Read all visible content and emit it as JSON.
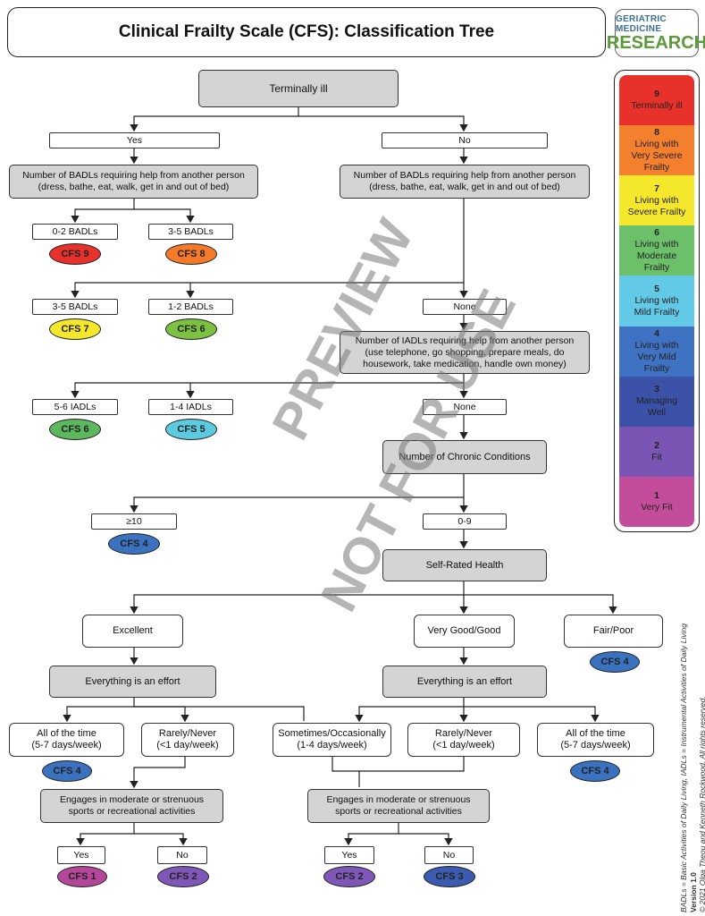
{
  "title": "Clinical Frailty Scale (CFS): Classification Tree",
  "logo": {
    "line1": "GERIATRIC MEDICINE",
    "line2": "RESEARCH"
  },
  "nodes": {
    "terminally_ill": "Terminally ill",
    "yes": "Yes",
    "no": "No",
    "badl_left": "Number of BADLs requiring help from another person\n(dress, bathe, eat, walk, get in and out of bed)",
    "badl_right": "Number of BADLs requiring help from another person\n(dress, bathe, eat, walk, get in and out of bed)",
    "badl_0_2": "0-2 BADLs",
    "badl_3_5_a": "3-5 BADLs",
    "badl_3_5_b": "3-5 BADLs",
    "badl_1_2": "1-2 BADLs",
    "badl_none": "None",
    "iadl_question": "Number of IADLs requiring help from another person\n(use telephone, go shopping, prepare meals, do\nhousework, take medication, handle own money)",
    "iadl_5_6": "5-6 IADLs",
    "iadl_1_4": "1-4 IADLs",
    "iadl_none": "None",
    "chronic": "Number of Chronic Conditions",
    "ge10": "≥10",
    "zero_nine": "0-9",
    "self_rated": "Self-Rated Health",
    "excellent": "Excellent",
    "very_good": "Very Good/Good",
    "fair_poor": "Fair/Poor",
    "effort_left": "Everything is an effort",
    "effort_right": "Everything is an effort",
    "all_time_left": "All of the time\n(5-7 days/week)",
    "rarely_left": "Rarely/Never\n(<1 day/week)",
    "sometimes": "Sometimes/Occasionally\n(1-4 days/week)",
    "rarely_right": "Rarely/Never\n(<1 day/week)",
    "all_time_right": "All of the time\n(5-7 days/week)",
    "sports_left": "Engages in moderate or strenuous\nsports or recreational activities",
    "sports_right": "Engages in moderate or strenuous\nsports or recreational activities",
    "yes_left": "Yes",
    "no_left": "No",
    "yes_right": "Yes",
    "no_right": "No"
  },
  "outcomes": {
    "cfs9": {
      "label": "CFS 9",
      "color": "#e8312a"
    },
    "cfs8": {
      "label": "CFS 8",
      "color": "#f47a2a"
    },
    "cfs7": {
      "label": "CFS 7",
      "color": "#f5e72a"
    },
    "cfs6": {
      "label": "CFS 6",
      "color": "#7cc142"
    },
    "cfs_iadl_6": {
      "label": "CFS 6",
      "color": "#5cb85c"
    },
    "cfs5": {
      "label": "CFS 5",
      "color": "#5ccbe0"
    },
    "cfs4_ge10": {
      "label": "CFS 4",
      "color": "#3a72c0"
    },
    "cfs4_fair": {
      "label": "CFS 4",
      "color": "#3a72c0"
    },
    "cfs4_left": {
      "label": "CFS 4",
      "color": "#3a72c0"
    },
    "cfs4_right": {
      "label": "CFS 4",
      "color": "#3a72c0"
    },
    "cfs1": {
      "label": "CFS 1",
      "color": "#b5479a"
    },
    "cfs2_left": {
      "label": "CFS 2",
      "color": "#7e57b8"
    },
    "cfs2_right": {
      "label": "CFS 2",
      "color": "#7e57b8"
    },
    "cfs3": {
      "label": "CFS 3",
      "color": "#3b5bb0"
    }
  },
  "scale": [
    {
      "num": "9",
      "text": "Terminally ill",
      "color": "#e8312a"
    },
    {
      "num": "8",
      "text": "Living with\nVery Severe\nFrailty",
      "color": "#f4802e"
    },
    {
      "num": "7",
      "text": "Living with\nSevere Frailty",
      "color": "#f5e82c"
    },
    {
      "num": "6",
      "text": "Living with\nModerate\nFrailty",
      "color": "#6cc06a"
    },
    {
      "num": "5",
      "text": "Living with\nMild Frailty",
      "color": "#62c9e6"
    },
    {
      "num": "4",
      "text": "Living with\nVery Mild\nFrailty",
      "color": "#3f72c2"
    },
    {
      "num": "3",
      "text": "Managing\nWell",
      "color": "#3b52a8"
    },
    {
      "num": "2",
      "text": "Fit",
      "color": "#7a55b3"
    },
    {
      "num": "1",
      "text": "Very Fit",
      "color": "#c34d9b"
    }
  ],
  "watermark": {
    "line1": "PREVIEW",
    "line2": "NOT FOR USE"
  },
  "footer": {
    "abbrev": "BADLs = Basic Activities of Daily Living, IADLs = Instrumental Activities of Daily Living",
    "version": "Version 1.0",
    "copyright": "© 2021 Olga Theou and Kenneth Rockwood. All rights reserved."
  }
}
